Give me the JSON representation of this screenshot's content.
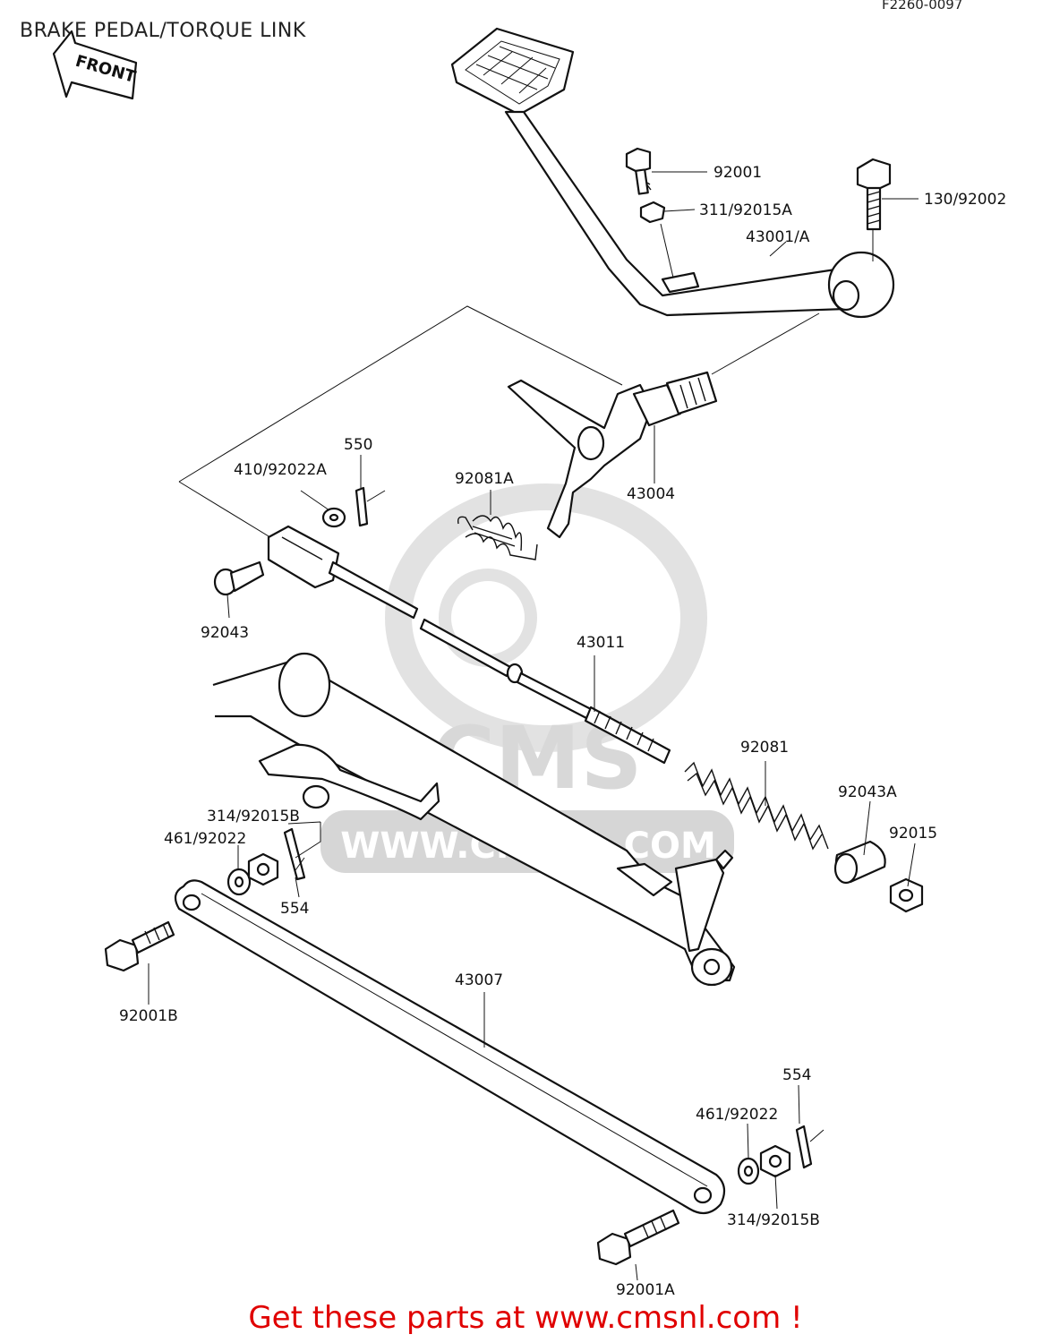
{
  "title": "BRAKE PEDAL/TORQUE LINK",
  "figure_code": "F2260-0097",
  "front_badge": "FRONT",
  "watermark": {
    "brand": "CMS",
    "url": "WWW.CMSNL.COM"
  },
  "footer": "Get these parts at www.cmsnl.com !",
  "labels": {
    "p92001": "92001",
    "p311_92015A": "311/92015A",
    "p130_92002": "130/92002",
    "p43001A": "43001/A",
    "p550": "550",
    "p410_92022A": "410/92022A",
    "p92081A": "92081A",
    "p43004": "43004",
    "p92043": "92043",
    "p43011": "43011",
    "p92081": "92081",
    "p92043A": "92043A",
    "p92015": "92015",
    "p314_92015B_top": "314/92015B",
    "p461_92022_top": "461/92022",
    "p554_top": "554",
    "p92001B": "92001B",
    "p43007": "43007",
    "p554_bottom": "554",
    "p461_92022_bottom": "461/92022",
    "p314_92015B_bottom": "314/92015B",
    "p92001A": "92001A"
  }
}
